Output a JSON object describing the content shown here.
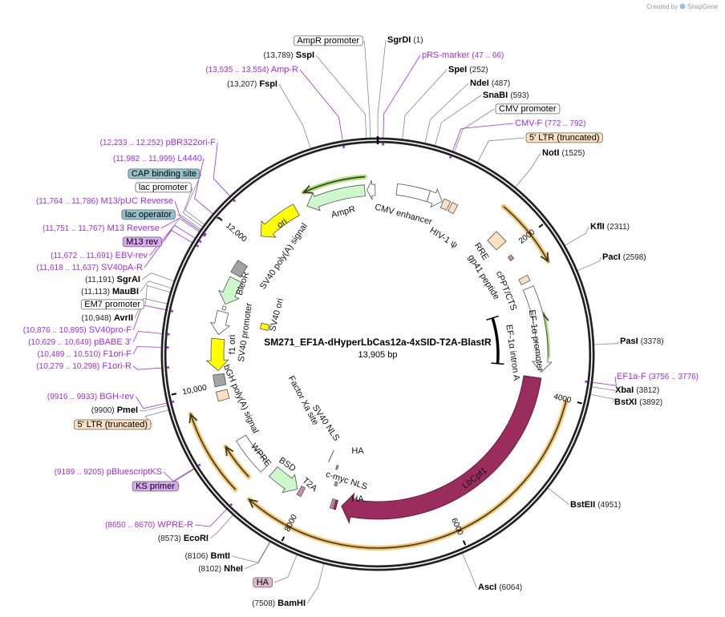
{
  "credit": {
    "created_by": "Created by",
    "brand": "SnapGene"
  },
  "map": {
    "title": "SM271_EF1A-dHyperLbCas12a-4xSID-T2A-BlastR",
    "length_label": "13,905 bp",
    "length_bp": 13905
  },
  "ticks": [
    {
      "bp": 2000,
      "label": "2000"
    },
    {
      "bp": 4000,
      "label": "4000"
    },
    {
      "bp": 6000,
      "label": "6000"
    },
    {
      "bp": 8000,
      "label": "8000"
    },
    {
      "bp": 10000,
      "label": "10,000"
    },
    {
      "bp": 12000,
      "label": "12,000"
    }
  ],
  "outside_labels": [
    {
      "name": "SgrDI",
      "pos": "(1)",
      "kind": "enzyme",
      "site": 1
    },
    {
      "name": "pRS-marker",
      "pos": "(47 .. 66)",
      "kind": "primer",
      "site": 56
    },
    {
      "name": "SpeI",
      "pos": "(252)",
      "kind": "enzyme",
      "site": 252
    },
    {
      "name": "NdeI",
      "pos": "(487)",
      "kind": "enzyme",
      "site": 487
    },
    {
      "name": "SnaBI",
      "pos": "(593)",
      "kind": "enzyme",
      "site": 593
    },
    {
      "name": "CMV promoter",
      "kind": "box",
      "color": "#ffffff",
      "site": 800
    },
    {
      "name": "CMV-F",
      "pos": "(772 .. 792)",
      "kind": "primer",
      "site": 782
    },
    {
      "name": "5' LTR (truncated)",
      "kind": "box",
      "color": "#fde0c0",
      "site": 1060
    },
    {
      "name": "NotI",
      "pos": "(1525)",
      "kind": "enzyme",
      "site": 1525
    },
    {
      "name": "KflI",
      "pos": "(2311)",
      "kind": "enzyme",
      "site": 2311
    },
    {
      "name": "PacI",
      "pos": "(2598)",
      "kind": "enzyme",
      "site": 2598
    },
    {
      "name": "PasI",
      "pos": "(3378)",
      "kind": "enzyme",
      "site": 3378
    },
    {
      "name": "EF1a-F",
      "pos": "(3756 .. 3776)",
      "kind": "primer",
      "site": 3766
    },
    {
      "name": "XbaI",
      "pos": "(3812)",
      "kind": "enzyme",
      "site": 3812
    },
    {
      "name": "BstXI",
      "pos": "(3892)",
      "kind": "enzyme",
      "site": 3892
    },
    {
      "name": "BstEII",
      "pos": "(4951)",
      "kind": "enzyme",
      "site": 4951
    },
    {
      "name": "AscI",
      "pos": "(6064)",
      "kind": "enzyme",
      "site": 6064
    },
    {
      "name": "AmpR promoter",
      "kind": "box",
      "color": "#ffffff",
      "site": 13830
    },
    {
      "name": "SspI",
      "pos": "(13,789)",
      "kind": "enzyme",
      "site": 13789
    },
    {
      "name": "Amp-R",
      "pos": "(13,535 .. 13,554)",
      "kind": "primer",
      "site": 13545
    },
    {
      "name": "FspI",
      "pos": "(13,207)",
      "kind": "enzyme",
      "site": 13207
    },
    {
      "name": "pBR322ori-F",
      "pos": "(12,233 .. 12,252)",
      "kind": "primer",
      "site": 12242
    },
    {
      "name": "L4440",
      "pos": "(11,982 .. 11,999)",
      "kind": "primer",
      "site": 11990
    },
    {
      "name": "CAP binding site",
      "kind": "box",
      "color": "#93c1cb",
      "site": 11850
    },
    {
      "name": "lac promoter",
      "kind": "box",
      "color": "#ffffff",
      "site": 11820
    },
    {
      "name": "M13/pUC Reverse",
      "pos": "(11,764 .. 11,786)",
      "kind": "primer",
      "site": 11775
    },
    {
      "name": "lac operator",
      "kind": "box",
      "color": "#93c1cb",
      "site": 11790
    },
    {
      "name": "M13 Reverse",
      "pos": "(11,751 .. 11,767)",
      "kind": "primer",
      "site": 11759
    },
    {
      "name": "M13 rev",
      "kind": "box",
      "color": "#d9a8f0",
      "site": 11760
    },
    {
      "name": "EBV-rev",
      "pos": "(11,672 .. 11,691)",
      "kind": "primer",
      "site": 11681
    },
    {
      "name": "SV40pA-R",
      "pos": "(11,618 .. 11,637)",
      "kind": "primer",
      "site": 11627
    },
    {
      "name": "SgrAI",
      "pos": "(11,191)",
      "kind": "enzyme",
      "site": 11191
    },
    {
      "name": "MauBI",
      "pos": "(11,113)",
      "kind": "enzyme",
      "site": 11113
    },
    {
      "name": "EM7 promoter",
      "kind": "box",
      "color": "#ffffff",
      "site": 11070
    },
    {
      "name": "AvrII",
      "pos": "(10,948)",
      "kind": "enzyme",
      "site": 10948
    },
    {
      "name": "SV40pro-F",
      "pos": "(10,876 .. 10,895)",
      "kind": "primer",
      "site": 10885
    },
    {
      "name": "pBABE 3'",
      "pos": "(10,629 .. 10,649)",
      "kind": "primer",
      "site": 10639
    },
    {
      "name": "F1ori-F",
      "pos": "(10,489 .. 10,510)",
      "kind": "primer",
      "site": 10499
    },
    {
      "name": "F1ori-R",
      "pos": "(10,279 .. 10,298)",
      "kind": "primer",
      "site": 10288
    },
    {
      "name": "BGH-rev",
      "pos": "(9916 .. 9933)",
      "kind": "primer",
      "site": 9924
    },
    {
      "name": "PmeI",
      "pos": "(9900)",
      "kind": "enzyme",
      "site": 9900
    },
    {
      "name": "5' LTR (truncated)",
      "kind": "box",
      "color": "#fde0c0",
      "site": 9850
    },
    {
      "name": "pBluescriptKS",
      "pos": "(9189 .. 9205)",
      "kind": "primer",
      "site": 9197
    },
    {
      "name": "KS primer",
      "kind": "box",
      "color": "#d9a8f0",
      "site": 9190
    },
    {
      "name": "WPRE-R",
      "pos": "(8650 .. 8670)",
      "kind": "primer",
      "site": 8660
    },
    {
      "name": "EcoRI",
      "pos": "(8573)",
      "kind": "enzyme",
      "site": 8573
    },
    {
      "name": "BmtI",
      "pos": "(8106)",
      "kind": "enzyme",
      "site": 8106
    },
    {
      "name": "NheI",
      "pos": "(8102)",
      "kind": "enzyme",
      "site": 8102
    },
    {
      "name": "HA",
      "kind": "box",
      "color": "#e0b8cc",
      "site": 7800
    },
    {
      "name": "BamHI",
      "pos": "(7508)",
      "kind": "enzyme",
      "site": 7508
    }
  ],
  "features": [
    {
      "label": "AmpR",
      "start": 12920,
      "end": 13731,
      "shape": "arrow",
      "dir": "ccw",
      "color": "#ccf8cc"
    },
    {
      "label": "",
      "start": 13760,
      "end": 13870,
      "shape": "arrow",
      "dir": "ccw",
      "color": "#ffffff"
    },
    {
      "label": "CMV enhancer",
      "start": 255,
      "end": 690,
      "shape": "box",
      "color": "#ffffff"
    },
    {
      "label": "",
      "start": 690,
      "end": 880,
      "shape": "arrow",
      "dir": "cw",
      "color": "#ffffff"
    },
    {
      "label": "HIV-1 ψ",
      "start": 895,
      "end": 985,
      "shape": "box",
      "color": "#fde0c0"
    },
    {
      "label": "",
      "start": 1010,
      "end": 1090,
      "shape": "box",
      "color": "#fde0c0"
    },
    {
      "label": "RRE",
      "start": 1700,
      "end": 1880,
      "shape": "box",
      "color": "#fde0c0"
    },
    {
      "label": "gp41 peptide",
      "start": 2060,
      "end": 2120,
      "shape": "box",
      "color": "#c890b0"
    },
    {
      "label": "cPPT/CTS",
      "start": 2400,
      "end": 2480,
      "shape": "box",
      "color": "#fde0c0"
    },
    {
      "label": "EF-1α promoter",
      "start": 2560,
      "end": 3720,
      "shape": "arrow",
      "dir": "cw",
      "color": "#ffffff"
    },
    {
      "label": "LbCpf1",
      "start": 3800,
      "end": 7470,
      "shape": "arrow",
      "dir": "cw",
      "color": "#9b2d5e"
    },
    {
      "label": "c-myc NLS",
      "start": 7540,
      "end": 7570,
      "shape": "box",
      "color": "#9b2d5e"
    },
    {
      "label": "HA",
      "start": 7585,
      "end": 7620,
      "shape": "box",
      "color": "#c890b0"
    },
    {
      "label": "T2A",
      "start": 8050,
      "end": 8110,
      "shape": "box",
      "color": "#c890b0"
    },
    {
      "label": "BSD",
      "start": 8140,
      "end": 8560,
      "shape": "arrow",
      "dir": "ccw",
      "color": "#ccf8cc"
    },
    {
      "label": "WPRE",
      "start": 8680,
      "end": 9210,
      "shape": "box",
      "color": "#ffffff"
    },
    {
      "label": "bGH poly(A) signal",
      "start": 9790,
      "end": 9920,
      "shape": "box",
      "color": "#fde0c0"
    },
    {
      "label": "",
      "start": 9990,
      "end": 10150,
      "shape": "box",
      "color": "#a0a4a8"
    },
    {
      "label": "f1 ori",
      "start": 10200,
      "end": 10640,
      "shape": "arrow",
      "dir": "ccw",
      "color": "#ffff00"
    },
    {
      "label": "SV40 promoter",
      "start": 10700,
      "end": 11020,
      "shape": "arrow",
      "dir": "ccw",
      "color": "#ffffff"
    },
    {
      "label": "",
      "start": 11050,
      "end": 11100,
      "shape": "box",
      "color": "#ffffff"
    },
    {
      "label": "BleoR",
      "start": 11130,
      "end": 11500,
      "shape": "arrow",
      "dir": "ccw",
      "color": "#ccf8cc"
    },
    {
      "label": "SV40 poly(A) signal",
      "start": 11560,
      "end": 11740,
      "shape": "box",
      "color": "#a0a4a8"
    },
    {
      "label": "ori",
      "start": 12180,
      "end": 12770,
      "shape": "arrow",
      "dir": "ccw",
      "color": "#ffff00"
    },
    {
      "label": "SV40 ori",
      "start": 10900,
      "end": 11010,
      "shape": "box",
      "color": "#ffff00"
    },
    {
      "label": "EF-1α intron A",
      "start": 2800,
      "end": 3650,
      "shape": "bar",
      "color": "#000000"
    },
    {
      "label": "Factor Xa site",
      "start": 7900,
      "end": 7905,
      "shape": "tick",
      "color": "#555555"
    },
    {
      "label": "SV40 NLS",
      "start": 7700,
      "end": 7730,
      "shape": "box",
      "color": "#c890b0"
    },
    {
      "label": "HA",
      "start": 7620,
      "end": 7660,
      "shape": "box",
      "color": "#c890b0"
    }
  ],
  "line_features": [
    {
      "start": 1560,
      "end": 2370,
      "dir": "cw",
      "color": "#f6c26b"
    },
    {
      "start": 4017,
      "end": 8555,
      "dir": "cw",
      "color": "#f6c26b"
    },
    {
      "start": 8745,
      "end": 9740,
      "dir": "cw",
      "color": "#f6c26b"
    },
    {
      "start": 8745,
      "end": 9215,
      "dir": "cw",
      "color": "#f6c26b"
    },
    {
      "start": 2943,
      "end": 3507,
      "dir": "ccw",
      "color": "#a9e27a"
    },
    {
      "start": 12955,
      "end": 13745,
      "dir": "ccw",
      "color": "#a9e27a"
    }
  ]
}
